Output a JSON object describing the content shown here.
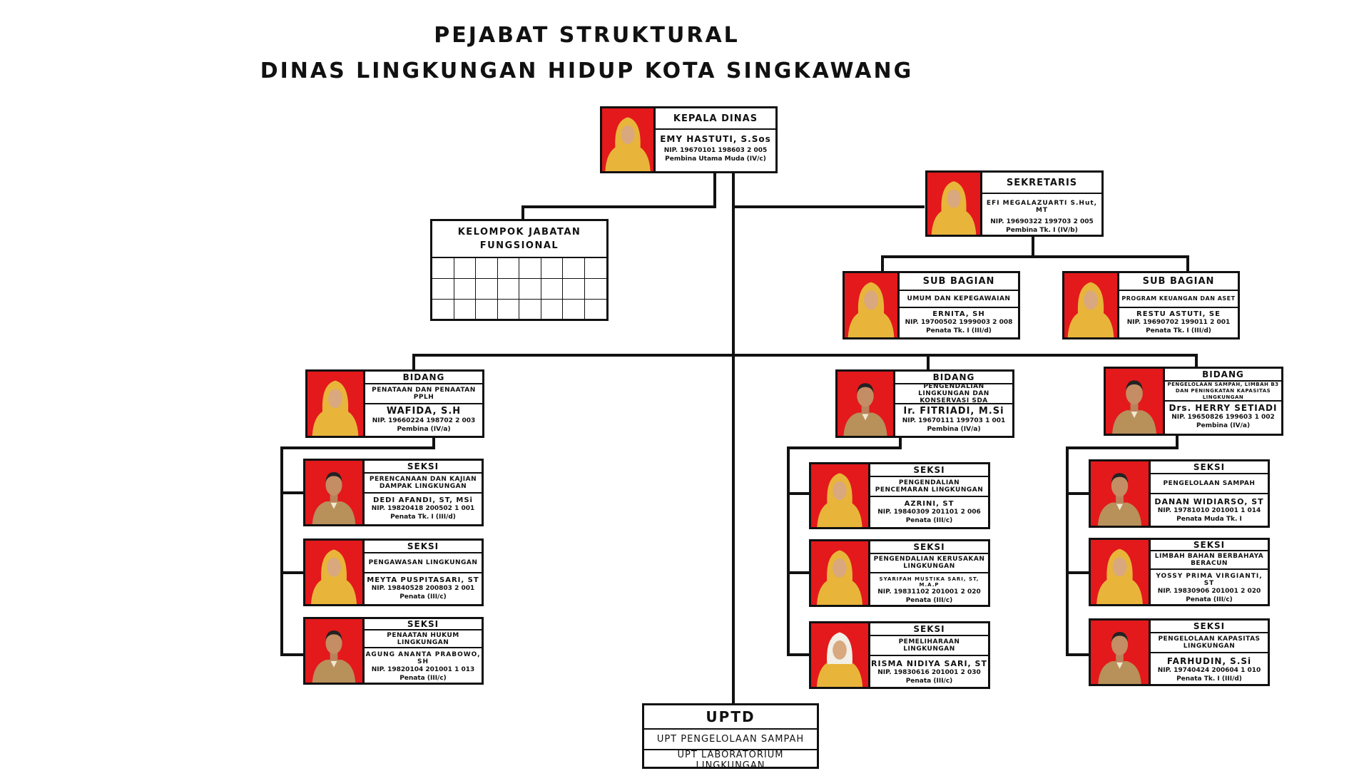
{
  "header": {
    "title_line1": "PEJABAT STRUKTURAL",
    "title_line2": "DINAS LINGKUNGAN HIDUP KOTA SINGKAWANG"
  },
  "kepala": {
    "role": "KEPALA DINAS",
    "name": "EMY HASTUTI, S.Sos",
    "nip": "NIP. 19670101 198603 2 005",
    "rank": "Pembina Utama Muda (IV/c)"
  },
  "sekretaris": {
    "role": "SEKRETARIS",
    "name": "EFI MEGALAZUARTI S.Hut, MT",
    "nip": "NIP. 19690322 199703 2 005",
    "rank": "Pembina Tk. I (IV/b)"
  },
  "fungsional": {
    "line1": "KELOMPOK JABATAN",
    "line2": "FUNGSIONAL"
  },
  "subbag_umum": {
    "role": "SUB BAGIAN",
    "unit": "UMUM DAN KEPEGAWAIAN",
    "name": "ERNITA, SH",
    "nip": "NIP. 19700502 1999003 2 008",
    "rank": "Penata Tk. I (III/d)"
  },
  "subbag_keuangan": {
    "role": "SUB BAGIAN",
    "unit": "PROGRAM KEUANGAN DAN ASET",
    "name": "RESTU ASTUTI, SE",
    "nip": "NIP. 19690702 199011 2 001",
    "rank": "Penata Tk. I (III/d)"
  },
  "bidang_pplh": {
    "role": "BIDANG",
    "unit": "PENATAAN DAN PENAATAN PPLH",
    "name": "WAFIDA, S.H",
    "nip": "NIP. 19660224 198702 2 003",
    "rank": "Pembina (IV/a)"
  },
  "bidang_pengendalian": {
    "role": "BIDANG",
    "unit": "PENGENDALIAN LINGKUNGAN DAN KONSERVASI SDA",
    "name": "Ir. FITRIADI, M.Si",
    "nip": "NIP. 19670111 199703 1 001",
    "rank": "Pembina (IV/a)"
  },
  "bidang_sampah": {
    "role": "BIDANG",
    "unit": "PENGELOLAAN SAMPAH, LIMBAH B3 DAN PENINGKATAN KAPASITAS LINGKUNGAN",
    "name": "Drs. HERRY SETIADI",
    "nip": "NIP. 19650826 199603 1 002",
    "rank": "Pembina (IV/a)"
  },
  "seksi_perencanaan": {
    "role": "SEKSI",
    "unit": "PERENCANAAN DAN KAJIAN DAMPAK LINGKUNGAN",
    "name": "DEDI AFANDI, ST, MSi",
    "nip": "NIP. 19820418 200502 1 001",
    "rank": "Penata Tk. I (III/d)"
  },
  "seksi_pengawasan": {
    "role": "SEKSI",
    "unit": "PENGAWASAN LINGKUNGAN",
    "name": "MEYTA PUSPITASARI, ST",
    "nip": "NIP. 19840528 200803 2 001",
    "rank": "Penata (III/c)"
  },
  "seksi_hukum": {
    "role": "SEKSI",
    "unit": "PENAATAN HUKUM LINGKUNGAN",
    "name": "AGUNG ANANTA PRABOWO, SH",
    "nip": "NIP. 19820104 201001 1 013",
    "rank": "Penata (III/c)"
  },
  "seksi_pencemaran": {
    "role": "SEKSI",
    "unit": "PENGENDALIAN PENCEMARAN LINGKUNGAN",
    "name": "AZRINI, ST",
    "nip": "NIP. 19840309 201101 2 006",
    "rank": "Penata (III/c)"
  },
  "seksi_kerusakan": {
    "role": "SEKSI",
    "unit": "PENGENDALIAN KERUSAKAN LINGKUNGAN",
    "name": "SYARIFAH MUSTIKA SARI, ST, M.A.P",
    "nip": "NIP. 19831102 201001 2 020",
    "rank": "Penata (III/c)"
  },
  "seksi_pemeliharaan": {
    "role": "SEKSI",
    "unit": "PEMELIHARAAN LINGKUNGAN",
    "name": "RISMA NIDIYA SARI, ST",
    "nip": "NIP. 19830616 201001 2 030",
    "rank": "Penata (III/c)"
  },
  "seksi_sampah": {
    "role": "SEKSI",
    "unit": "PENGELOLAAN SAMPAH",
    "name": "DANAN WIDIARSO, ST",
    "nip": "NIP. 19781010 201001 1 014",
    "rank": "Penata Muda Tk. I"
  },
  "seksi_b3": {
    "role": "SEKSI",
    "unit": "LIMBAH BAHAN BERBAHAYA BERACUN",
    "name": "YOSSY PRIMA VIRGIANTI, ST",
    "nip": "NIP. 19830906 201001 2 020",
    "rank": "Penata (III/c)"
  },
  "seksi_kapasitas": {
    "role": "SEKSI",
    "unit": "PENGELOLAAN KAPASITAS LINGKUNGAN",
    "name": "FARHUDIN, S.Si",
    "nip": "NIP. 19740424 200604 1 010",
    "rank": "Penata Tk. I (III/d)"
  },
  "uptd": {
    "title": "UPTD",
    "unit1": "UPT PENGELOLAAN SAMPAH",
    "unit2": "UPT LABORATORIUM LINGKUNGAN"
  },
  "colors": {
    "photo_background": "#e3191c",
    "hijab": "#e8b53a",
    "uniform_khaki": "#b8905a",
    "line": "#111111"
  }
}
